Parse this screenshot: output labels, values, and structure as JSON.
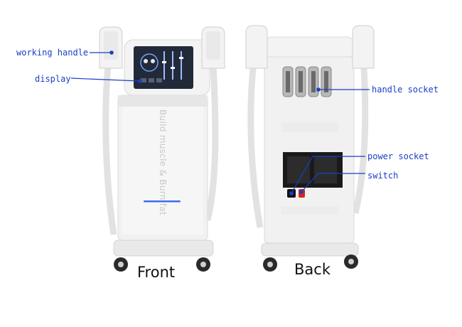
{
  "callouts": {
    "working_handle": "working handle",
    "display": "display",
    "handle_socket": "handle socket",
    "power_socket": "power socket",
    "switch": "switch"
  },
  "views": {
    "front": "Front",
    "back": "Back"
  },
  "device_text": "Build muscle & Burn fat",
  "colors": {
    "callout": "#1a3fc4",
    "accent_strip": "#3a6df0",
    "screen": "#222a3a",
    "body": "#f1f1f1",
    "socket": "#b8b8b8"
  }
}
